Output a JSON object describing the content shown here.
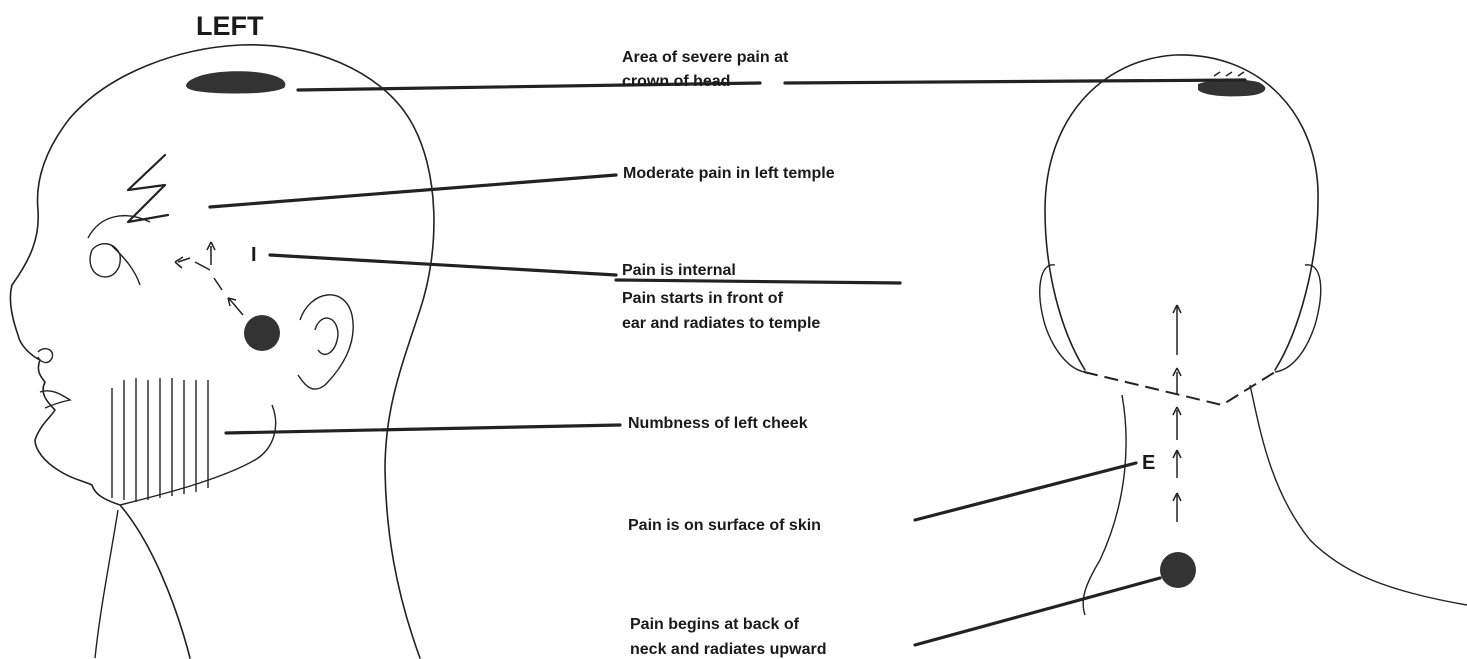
{
  "title": "LEFT",
  "labels": {
    "crown_line1": "Area of severe pain at",
    "crown_line2": "crown of head",
    "temple": "Moderate pain in left temple",
    "internal": "Pain is internal",
    "radiates_line1": "Pain starts in front of",
    "radiates_line2": "ear and radiates to temple",
    "numbness": "Numbness of left cheek",
    "surface": "Pain is on surface of skin",
    "neck_line1": "Pain begins at back of",
    "neck_line2": "neck and radiates upward"
  },
  "markers": {
    "internal": "I",
    "external": "E"
  }
}
